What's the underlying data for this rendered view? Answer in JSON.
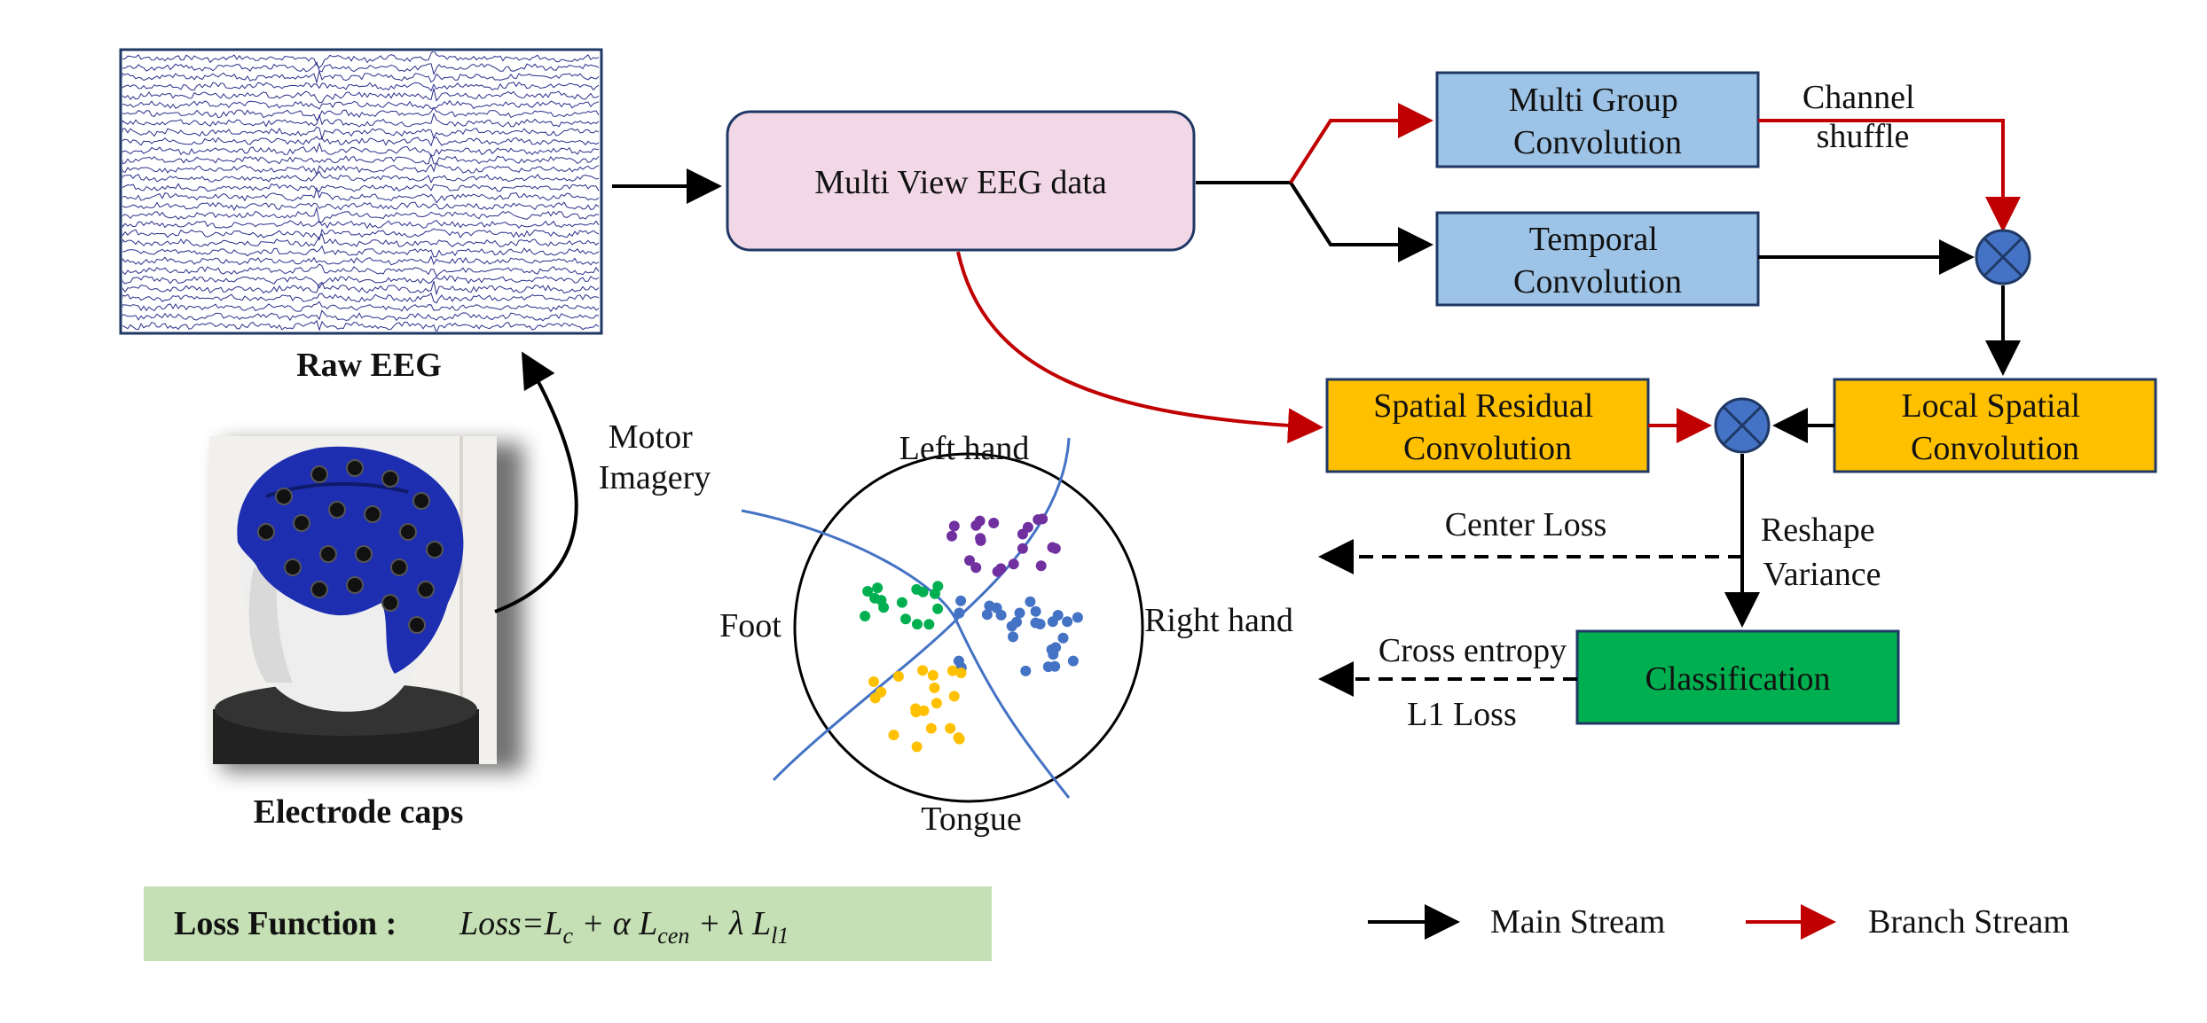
{
  "raw_eeg": {
    "label": "Raw EEG"
  },
  "electrode": {
    "label": "Electrode caps"
  },
  "motor_imagery": {
    "line1": "Motor",
    "line2": "Imagery"
  },
  "multi_view": {
    "label": "Multi View EEG data"
  },
  "mgc": {
    "line1": "Multi Group",
    "line2": "Convolution"
  },
  "temporal": {
    "line1": "Temporal",
    "line2": "Convolution"
  },
  "channel_shuffle": {
    "line1": "Channel",
    "line2": "shuffle"
  },
  "local_spatial": {
    "line1": "Local Spatial",
    "line2": "Convolution"
  },
  "spatial_residual": {
    "line1": "Spatial Residual",
    "line2": "Convolution"
  },
  "reshape": {
    "line1": "Reshape",
    "line2": "Variance"
  },
  "center_loss": {
    "label": "Center Loss"
  },
  "cross_entropy": {
    "label": "Cross entropy"
  },
  "l1_loss": {
    "label": "L1 Loss"
  },
  "classification": {
    "label": "Classification"
  },
  "classes": {
    "left_hand": "Left hand",
    "right_hand": "Right hand",
    "foot": "Foot",
    "tongue": "Tongue"
  },
  "loss_function": {
    "label": "Loss Function :",
    "formula_parts": [
      "Loss",
      "=L",
      "c",
      " + α L",
      "cen",
      " + λ L",
      "l1"
    ]
  },
  "legend": {
    "main": "Main Stream",
    "branch": "Branch Stream"
  },
  "colors": {
    "pink": "#f2d8e6",
    "blue_box": "#9dc3e6",
    "orange_box": "#ffc000",
    "green_box": "#00b050",
    "loss_bg": "#c5e0b4",
    "red": "#c00000",
    "eeg_trace": "#2b2f8a",
    "cap_blue": "#1d2fb0",
    "mult_node": "#4472c4",
    "purple_dots": "#7030a0",
    "green_dots": "#00b050",
    "blue_dots": "#4472c4",
    "yellow_dots": "#ffc000"
  }
}
